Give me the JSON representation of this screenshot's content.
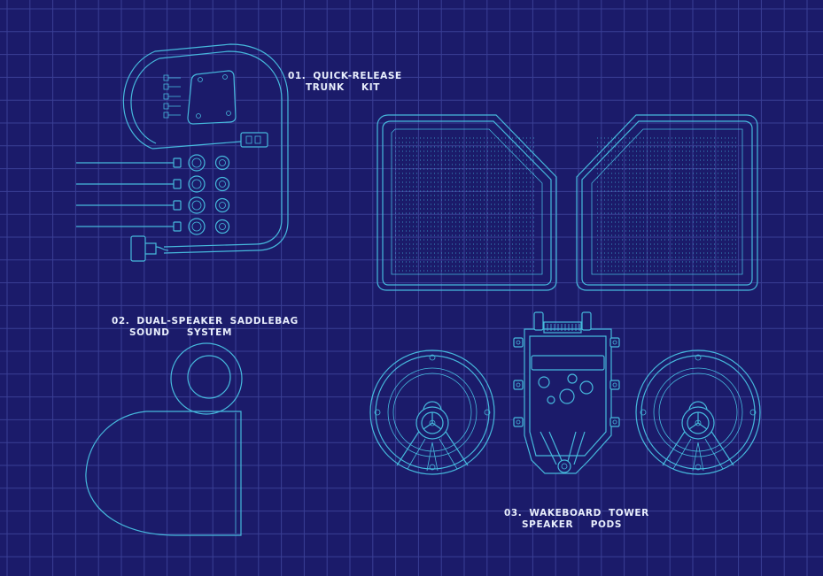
{
  "theme": {
    "background": "#1b1b6a",
    "grid": "#3a3f95",
    "line": "#46b9dd",
    "text": "#e8eefc"
  },
  "labels": {
    "item1": {
      "number": "01.",
      "line1": [
        "QUICK-RELEASE"
      ],
      "line2": [
        "TRUNK",
        "KIT"
      ]
    },
    "item2": {
      "number": "02.",
      "line1": [
        "DUAL-SPEAKER",
        "SADDLEBAG"
      ],
      "line2": [
        "SOUND",
        "SYSTEM"
      ]
    },
    "item3": {
      "number": "03.",
      "line1": [
        "WAKEBOARD",
        "TOWER"
      ],
      "line2": [
        "SPEAKER",
        "PODS"
      ]
    }
  }
}
